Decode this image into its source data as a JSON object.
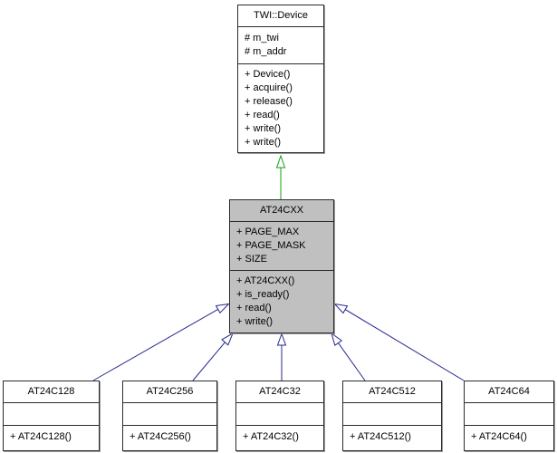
{
  "diagram_type": "uml-class-inheritance-graph",
  "colors": {
    "parent_edge": "#12a012",
    "child_edge": "#28288f",
    "arrow_fill": "#ffffff",
    "node_fill": "#ffffff",
    "focus_node_fill": "#c0c0c0",
    "border": "#2b2b2b"
  },
  "nodes": [
    {
      "name": "TWI::Device",
      "attributes": [
        "# m_twi",
        "# m_addr"
      ],
      "methods": [
        "+ Device()",
        "+ acquire()",
        "+ release()",
        "+ read()",
        "+ write()",
        "+ write()"
      ]
    },
    {
      "name": "AT24CXX",
      "attributes": [
        "+ PAGE_MAX",
        "+ PAGE_MASK",
        "+ SIZE"
      ],
      "methods": [
        "+ AT24CXX()",
        "+ is_ready()",
        "+ read()",
        "+ write()"
      ]
    },
    {
      "name": "AT24C128",
      "attributes": [],
      "methods": [
        "+ AT24C128()"
      ]
    },
    {
      "name": "AT24C256",
      "attributes": [],
      "methods": [
        "+ AT24C256()"
      ]
    },
    {
      "name": "AT24C32",
      "attributes": [],
      "methods": [
        "+ AT24C32()"
      ]
    },
    {
      "name": "AT24C512",
      "attributes": [],
      "methods": [
        "+ AT24C512()"
      ]
    },
    {
      "name": "AT24C64",
      "attributes": [],
      "methods": [
        "+ AT24C64()"
      ]
    }
  ],
  "edges": [
    {
      "from": "AT24CXX",
      "to": "TWI::Device",
      "relation": "inherits"
    },
    {
      "from": "AT24C128",
      "to": "AT24CXX",
      "relation": "inherits"
    },
    {
      "from": "AT24C256",
      "to": "AT24CXX",
      "relation": "inherits"
    },
    {
      "from": "AT24C32",
      "to": "AT24CXX",
      "relation": "inherits"
    },
    {
      "from": "AT24C512",
      "to": "AT24CXX",
      "relation": "inherits"
    },
    {
      "from": "AT24C64",
      "to": "AT24CXX",
      "relation": "inherits"
    }
  ]
}
